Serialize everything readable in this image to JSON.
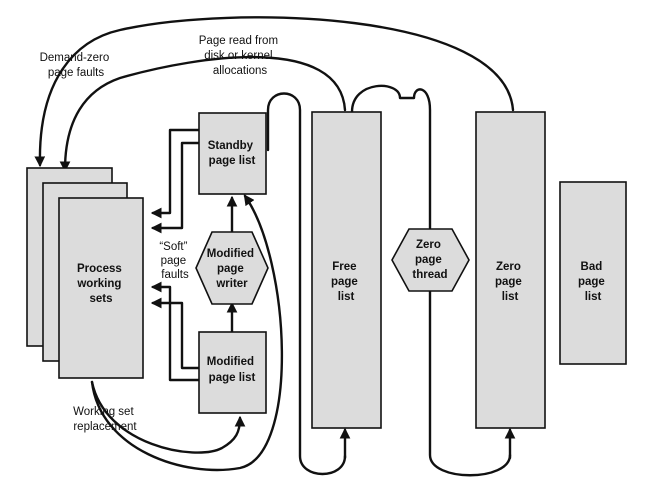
{
  "nodes": {
    "process_working_sets": {
      "label": [
        "Process",
        "working",
        "sets"
      ]
    },
    "standby_page_list": {
      "label": [
        "Standby",
        "page list"
      ]
    },
    "modified_page_list": {
      "label": [
        "Modified",
        "page list"
      ]
    },
    "modified_page_writer": {
      "label": [
        "Modified",
        "page",
        "writer"
      ]
    },
    "free_page_list": {
      "label": [
        "Free",
        "page",
        "list"
      ]
    },
    "zero_page_thread": {
      "label": [
        "Zero",
        "page",
        "thread"
      ]
    },
    "zero_page_list": {
      "label": [
        "Zero",
        "page",
        "list"
      ]
    },
    "bad_page_list": {
      "label": [
        "Bad",
        "page",
        "list"
      ]
    }
  },
  "annotations": {
    "demand_zero": [
      "Demand-zero",
      "page faults"
    ],
    "page_read": [
      "Page read from",
      "disk or kernel",
      "allocations"
    ],
    "soft_faults": [
      "“Soft”",
      "page",
      "faults"
    ],
    "working_set_replacement": [
      "Working set",
      "replacement"
    ]
  },
  "colors": {
    "node_fill": "#dcdcdc",
    "stroke": "#111111"
  }
}
